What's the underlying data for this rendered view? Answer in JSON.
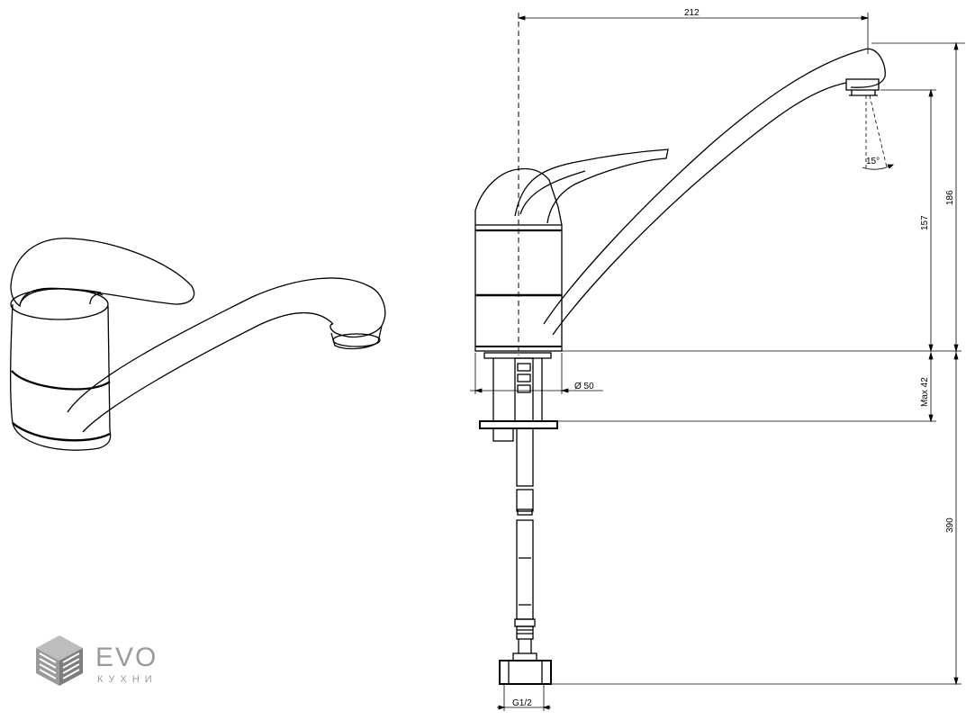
{
  "drawing": {
    "dimensions": {
      "spout_reach": "212",
      "total_height": "186",
      "aerator_height": "157",
      "spout_angle": "15°",
      "base_diameter": "Ø 50",
      "max_countertop": "Max 42",
      "hose_length": "390",
      "thread": "G1/2"
    }
  },
  "logo": {
    "word": "EVO",
    "subtitle": "КУХНИ",
    "icon": "cube-logo-icon"
  },
  "colors": {
    "line": "#000000",
    "logo": "#9a9a9a"
  }
}
